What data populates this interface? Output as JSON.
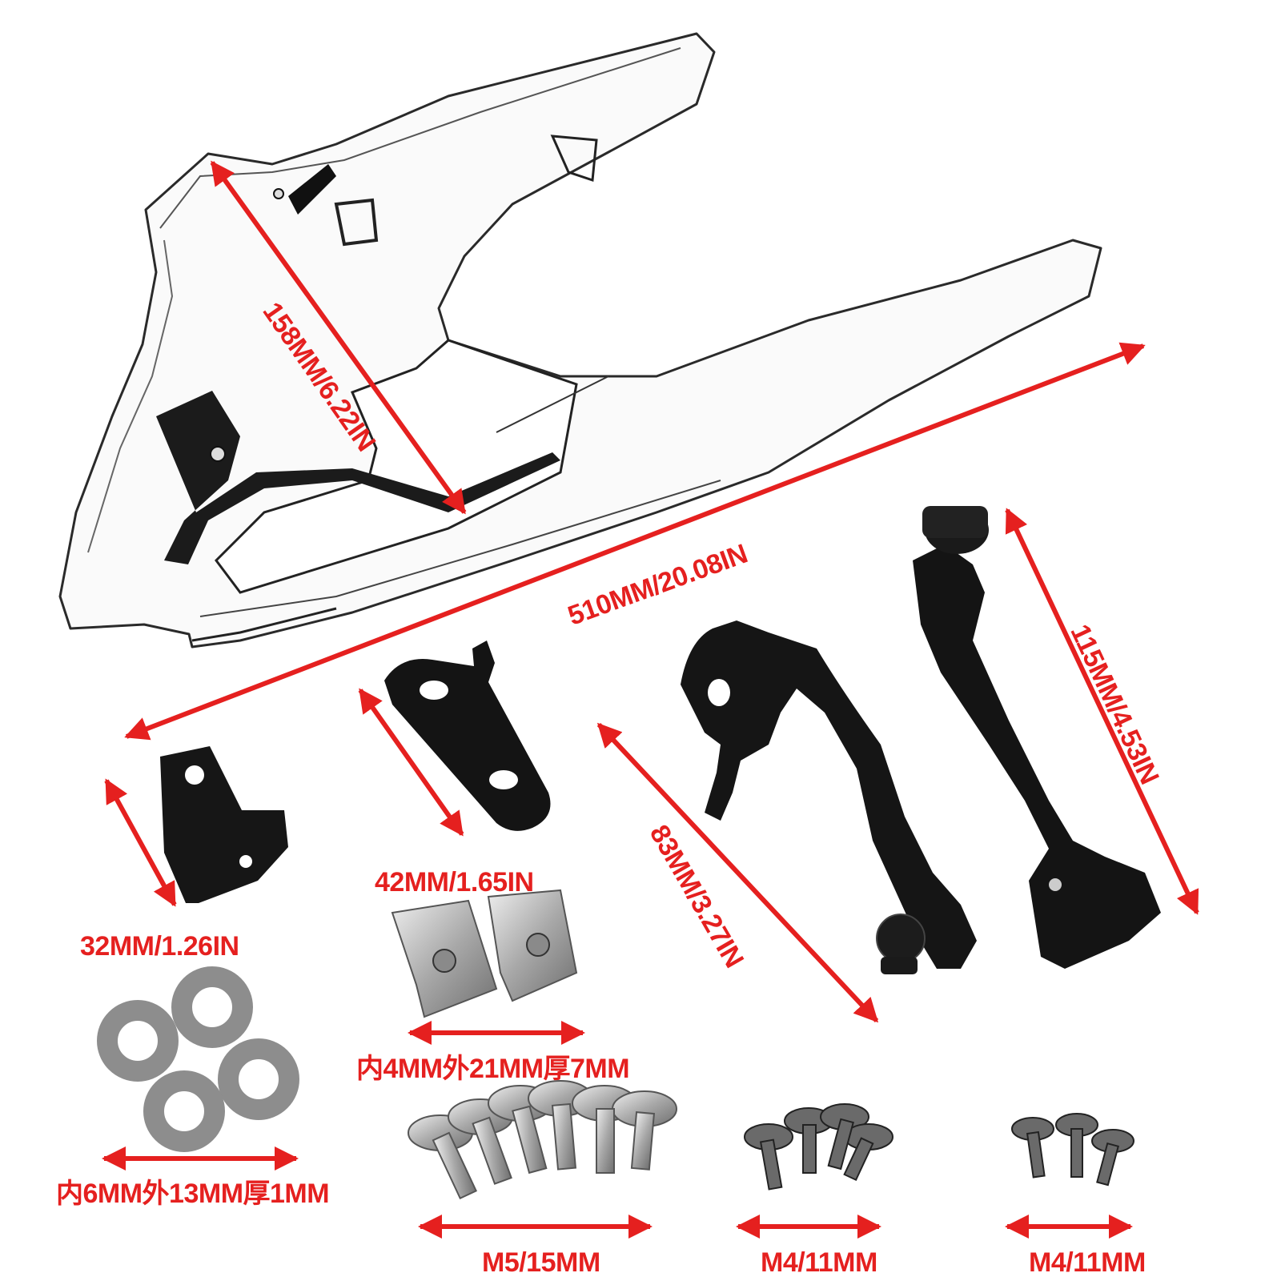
{
  "accent_color": "#e5201f",
  "product": {
    "main_part": "clear-fairing-shell",
    "brackets": [
      "small-angle-bracket",
      "flat-tab-bracket",
      "curved-support-bracket",
      "long-mount-arm"
    ],
    "hardware": [
      "spring-clip-nuts",
      "flat-washers",
      "m5-screws",
      "m4-screws-a",
      "m4-screws-b"
    ]
  },
  "labels": {
    "height_158": "158MM/6.22IN",
    "length_510": "510MM/20.08IN",
    "arm_115": "115MM/4.53IN",
    "bracket_83": "83MM/3.27IN",
    "tab_42": "42MM/1.65IN",
    "angle_32": "32MM/1.26IN",
    "nut_spec": "内4MM外21MM厚7MM",
    "washer_spec": "内6MM外13MM厚1MM",
    "screw_m5": "M5/15MM",
    "screw_m4_a": "M4/11MM",
    "screw_m4_b": "M4/11MM"
  }
}
